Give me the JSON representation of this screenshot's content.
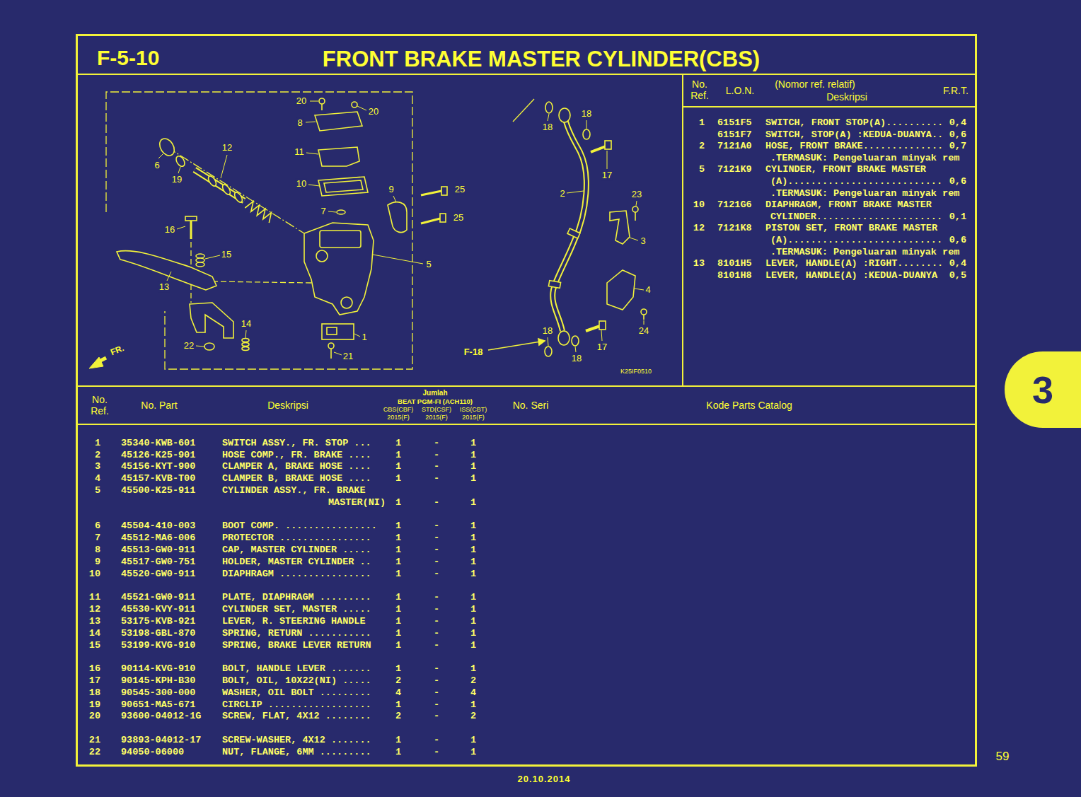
{
  "diagram": {
    "title": "FRONT BRAKE MASTER CYLINDER(CBS)",
    "nodes": [
      {
        "text": [
          "F-5-10"
        ]
      },
      {
        "text": [
          "3"
        ]
      }
    ],
    "labels": [
      "20",
      "20",
      "8",
      "12",
      "11",
      "6",
      "19",
      "10",
      "9",
      "25",
      "7",
      "25",
      "16",
      "15",
      "5",
      "13",
      "14",
      "1",
      "22",
      "21",
      "18",
      "18",
      "17",
      "2",
      "23",
      "3",
      "4",
      "24",
      "18",
      "17",
      "18",
      "F-18",
      "K25IF0510",
      "FR.",
      "No. Ref.",
      "L.O.N.",
      "(Nomor ref. relatif)",
      "Deskripsi",
      "F.R.T.",
      "1",
      "6151F5",
      "SWITCH, FRONT STOP(A)..........",
      "0,4",
      "6151F7",
      "SWITCH, STOP(A) :KEDUA-DUANYA..",
      "0,6",
      "2",
      "7121A0",
      "HOSE, FRONT BRAKE..............",
      "0,7",
      ".TERMASUK: Pengeluaran minyak rem",
      "5",
      "7121K9",
      "CYLINDER, FRONT BRAKE MASTER",
      "(A)...........................",
      "0,6",
      ".TERMASUK: Pengeluaran minyak rem",
      "10",
      "7121G6",
      "DIAPHRAGM, FRONT BRAKE MASTER",
      "CYLINDER......................",
      "0,1",
      "12",
      "7121K8",
      "PISTON SET, FRONT BRAKE MASTER",
      "(A)...........................",
      "0,6",
      ".TERMASUK: Pengeluaran minyak rem",
      "13",
      "8101H5",
      "LEVER, HANDLE(A) :RIGHT........",
      "0,4",
      "8101H8",
      "LEVER, HANDLE(A) :KEDUA-DUANYA",
      "0,5",
      "No. Ref.",
      "No. Part",
      "Deskripsi",
      "Jumlah",
      "BEAT PGM-FI (ACH110)",
      "CBS(CBF)",
      "STD(CSF)",
      "ISS(CBT)",
      "2015(F)",
      "2015(F)",
      "2015(F)",
      "No. Seri",
      "Kode Parts Catalog",
      "1",
      "35340-KWB-601",
      "SWITCH ASSY., FR. STOP ...",
      "1",
      "-",
      "1",
      "2",
      "45126-K25-901",
      "HOSE COMP., FR. BRAKE ....",
      "1",
      "-",
      "1",
      "3",
      "45156-KYT-900",
      "CLAMPER A, BRAKE HOSE ....",
      "1",
      "-",
      "1",
      "4",
      "45157-KVB-T00",
      "CLAMPER B, BRAKE HOSE ....",
      "1",
      "-",
      "1",
      "5",
      "45500-K25-911",
      "CYLINDER ASSY., FR. BRAKE",
      "MASTER(NI)",
      "1",
      "-",
      "1",
      "6",
      "45504-410-003",
      "BOOT COMP. ................",
      "1",
      "-",
      "1",
      "7",
      "45512-MA6-006",
      "PROTECTOR ................",
      "1",
      "-",
      "1",
      "8",
      "45513-GW0-911",
      "CAP, MASTER CYLINDER .....",
      "1",
      "-",
      "1",
      "9",
      "45517-GW0-751",
      "HOLDER, MASTER CYLINDER ..",
      "1",
      "-",
      "1",
      "10",
      "45520-GW0-911",
      "DIAPHRAGM ................",
      "1",
      "-",
      "1",
      "11",
      "45521-GW0-911",
      "PLATE, DIAPHRAGM .........",
      "1",
      "-",
      "1",
      "12",
      "45530-KVY-911",
      "CYLINDER SET, MASTER .....",
      "1",
      "-",
      "1",
      "13",
      "53175-KVB-921",
      "LEVER, R. STEERING HANDLE",
      "1",
      "-",
      "1",
      "14",
      "53198-GBL-870",
      "SPRING, RETURN ...........",
      "1",
      "-",
      "1",
      "15",
      "53199-KVG-910",
      "SPRING, BRAKE LEVER RETURN",
      "1",
      "-",
      "1",
      "16",
      "90114-KVG-910",
      "BOLT, HANDLE LEVER .......",
      "1",
      "-",
      "1",
      "17",
      "90145-KPH-B30",
      "BOLT, OIL, 10X22(NI) .....",
      "2",
      "-",
      "2",
      "18",
      "90545-300-000",
      "WASHER, OIL BOLT .........",
      "4",
      "-",
      "4",
      "19",
      "90651-MA5-671",
      "CIRCLIP ..................",
      "1",
      "-",
      "1",
      "20",
      "93600-04012-1G",
      "SCREW, FLAT, 4X12 ........",
      "2",
      "-",
      "2",
      "21",
      "93893-04012-17",
      "SCREW-WASHER, 4X12 .......",
      "1",
      "-",
      "1",
      "22",
      "94050-06000",
      "NUT, FLANGE, 6MM .........",
      "1",
      "-",
      "1",
      "59",
      "20.10.2014"
    ]
  }
}
